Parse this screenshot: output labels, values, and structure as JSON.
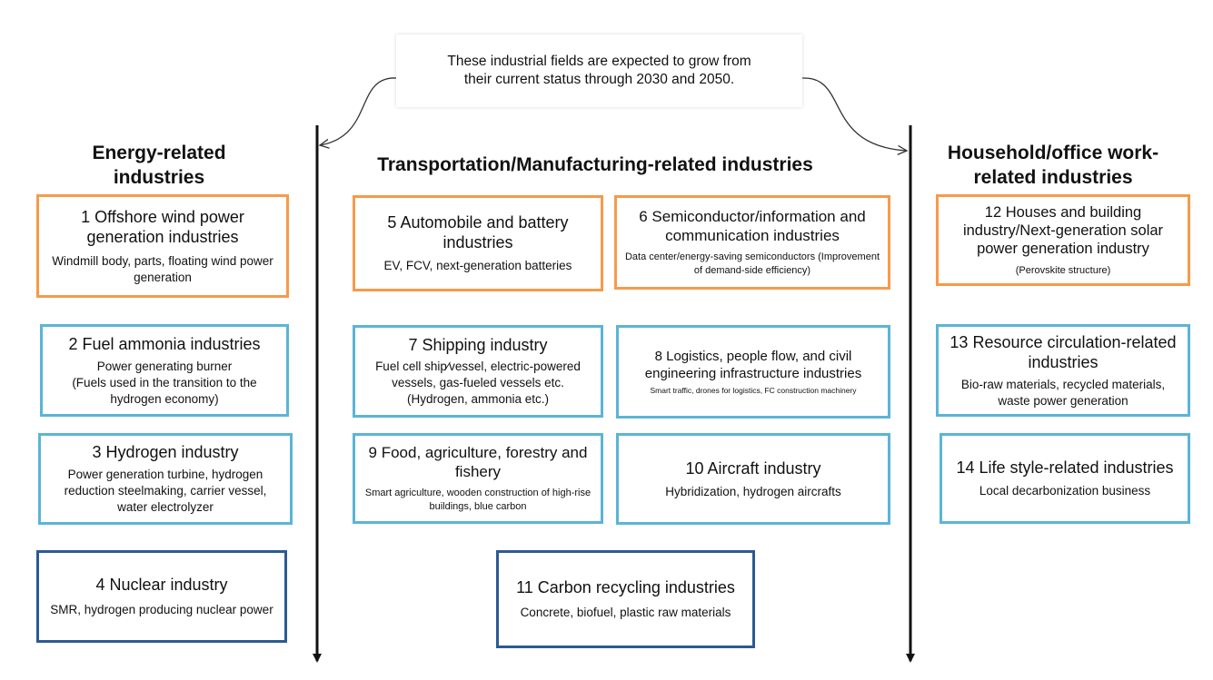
{
  "callout": {
    "line1": "These industrial fields are expected to grow from",
    "line2": "their current status through 2030 and 2050."
  },
  "headings": {
    "energy_line1": "Energy-related",
    "energy_line2": "industries",
    "transport": "Transportation/Manufacturing-related industries",
    "household_line1": "Household/office work-",
    "household_line2": "related industries"
  },
  "colors": {
    "orange": "#F79A4A",
    "light_blue": "#5BB5D6",
    "dark_blue": "#2C5A93"
  },
  "boxes": {
    "b1": {
      "title": "1 Offshore wind power generation industries",
      "detail": "Windmill body, parts, floating wind power generation"
    },
    "b2": {
      "title": "2 Fuel ammonia industries",
      "detail": "Power generating burner",
      "detail2": "(Fuels used in the transition to the hydrogen economy)"
    },
    "b3": {
      "title": "3 Hydrogen industry",
      "detail": "Power generation turbine, hydrogen reduction steelmaking, carrier vessel, water electrolyzer"
    },
    "b4": {
      "title": "4 Nuclear industry",
      "detail": "SMR, hydrogen producing nuclear power"
    },
    "b5": {
      "title": "5 Automobile and battery industries",
      "detail": "EV, FCV, next-generation batteries"
    },
    "b6": {
      "title": "6 Semiconductor/information and communication industries",
      "detail": "Data center/energy-saving semiconductors (Improvement of demand-side efficiency)"
    },
    "b7": {
      "title": "7 Shipping industry",
      "detail": "Fuel cell ship∕vessel, electric-powered vessels, gas-fueled vessels etc. (Hydrogen, ammonia etc.)"
    },
    "b8": {
      "title": "8 Logistics, people flow, and civil engineering infrastructure industries",
      "detail": "Smart traffic, drones for logistics, FC construction machinery"
    },
    "b9": {
      "title": "9 Food, agriculture, forestry and fishery",
      "detail": "Smart agriculture, wooden construction of high-rise buildings, blue carbon"
    },
    "b10": {
      "title": "10 Aircraft industry",
      "detail": "Hybridization, hydrogen aircrafts"
    },
    "b11": {
      "title": "11 Carbon recycling industries",
      "detail": "Concrete, biofuel, plastic raw materials"
    },
    "b12": {
      "title": "12 Houses and building industry/Next-generation solar power generation industry",
      "detail": "(Perovskite structure)"
    },
    "b13": {
      "title": "13 Resource circulation-related industries",
      "detail": "Bio-raw materials, recycled materials, waste power generation"
    },
    "b14": {
      "title": "14 Life style-related industries",
      "detail": "Local decarbonization business"
    }
  }
}
